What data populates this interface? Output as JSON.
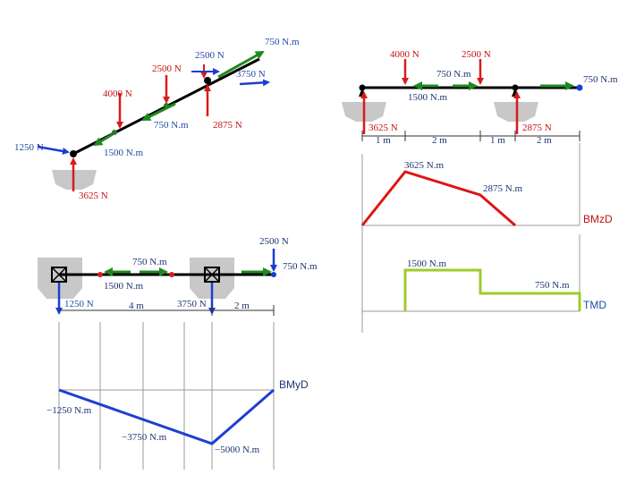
{
  "iso_view": {
    "force_top_left": "2500 N",
    "moment_top": "750 N.m",
    "force_2500": "2500 N",
    "force_3750": "3750 N",
    "force_4000": "4000 N",
    "moment_mid": "750 N.m",
    "reaction_2875": "2875 N",
    "force_1250": "1250 N",
    "moment_1500": "1500 N.m",
    "reaction_3625": "3625 N"
  },
  "xy_view": {
    "force_4000": "4000 N",
    "force_2500": "2500 N",
    "moment_750_mid": "750 N.m",
    "moment_750_right": "750 N.m",
    "moment_1500": "1500 N.m",
    "reaction_3625": "3625 N",
    "reaction_2875": "2875 N",
    "dim_1": "1 m",
    "dim_2": "2 m",
    "dim_3": "1 m",
    "dim_4": "2 m"
  },
  "bmz": {
    "label": "BMzD",
    "peak_1": "3625 N.m",
    "peak_2": "2875 N.m"
  },
  "tmd": {
    "label": "TMD",
    "value_1": "1500 N.m",
    "value_2": "750 N.m"
  },
  "xz_view": {
    "force_2500": "2500 N",
    "moment_750_left": "750 N.m",
    "moment_750_right": "750 N.m",
    "moment_1500": "1500 N.m",
    "force_1250": "1250 N",
    "force_3750": "3750 N",
    "dim_4": "4 m",
    "dim_2": "2 m"
  },
  "bmy": {
    "label": "BMyD",
    "value_1": "−1250 N.m",
    "value_2": "−3750 N.m",
    "value_3": "−5000 N.m"
  },
  "colors": {
    "force": "#d81b1b",
    "moment": "#1e8a1e",
    "axial": "#1a3fcf",
    "bmz_line": "#e01515",
    "tmd_line": "#9ccc2a",
    "bmy_line": "#1f3fd0"
  }
}
